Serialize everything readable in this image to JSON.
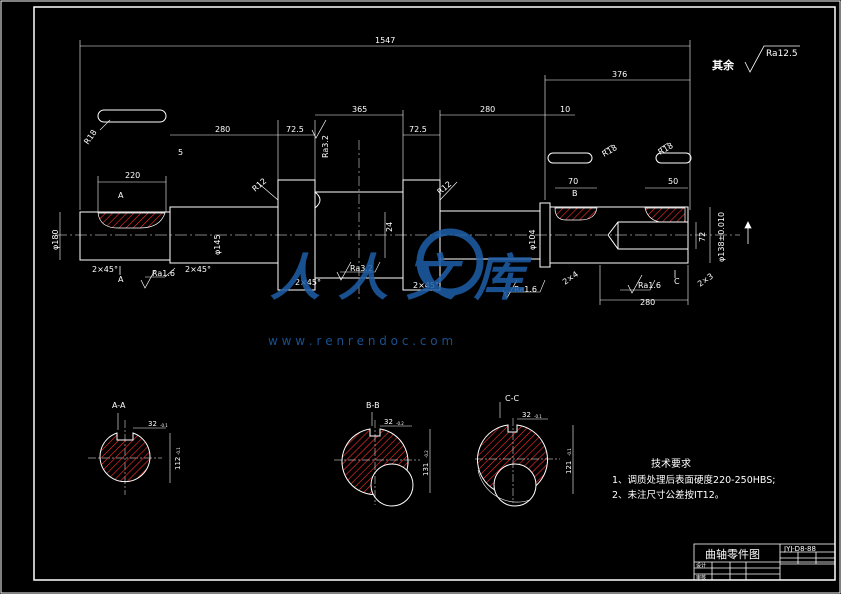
{
  "colors": {
    "background": "#000000",
    "frame": "#ffffff",
    "line": "#ffffff",
    "dimension": "#ffffff",
    "hatch": "#ff0000",
    "watermark": "#1e5ea8"
  },
  "dimensions": {
    "total_length": "1547",
    "right_length": "376",
    "seg_280_left": "280",
    "seg_72_5_left": "72.5",
    "seg_365": "365",
    "seg_72_5_right": "72.5",
    "seg_280_right": "280",
    "seg_10": "10",
    "seg_5": "5",
    "seg_220": "220",
    "seg_70": "70",
    "seg_50": "50",
    "seg_280_bottom": "280",
    "dia_180": "φ180",
    "dia_145": "φ145",
    "dia_104": "φ104",
    "dia_138": "φ138±0.010",
    "dia_72": "72",
    "val_24": "24",
    "r18_left": "R18",
    "r18_right": "R18",
    "r18_far": "R18",
    "r12_left": "R12",
    "r12_right": "R12",
    "chamfer_1": "2×45°",
    "chamfer_2": "2×45°",
    "chamfer_3": "2×45°",
    "chamfer_4": "2×45°",
    "chamfer_5": "2×4",
    "chamfer_6": "2×3",
    "rough_1": "Ra1.6",
    "rough_2": "Ra3.2",
    "rough_3": "Ra1.6",
    "rough_4": "Ra1.6",
    "rough_5": "Ra3.2",
    "rough_other": "Ra12.5",
    "other_label": "其余",
    "letter_a": "A",
    "letter_a2": "A",
    "letter_b": "B",
    "letter_c": "C"
  },
  "sections": [
    {
      "title": "A-A",
      "dim": "32",
      "dim_unit": "-0.1",
      "height": "112",
      "height_unit": "-0.1"
    },
    {
      "title": "B-B",
      "dim": "32",
      "dim_unit": "-0.2",
      "height": "131",
      "height_unit": "-0.2"
    },
    {
      "title": "C-C",
      "dim": "32",
      "dim_unit": "-0.1",
      "height": "121",
      "height_unit": "-0.1"
    }
  ],
  "requirements": {
    "title": "技术要求",
    "line1": "1、调质处理后表面硬度220-250HBS;",
    "line2": "2、未注尺寸公差按IT12。"
  },
  "title_block": {
    "name": "曲轴零件图",
    "code": "JYJ-D8-88",
    "row_a": "设计",
    "row_b": "审核"
  },
  "watermark": {
    "logo_text": "人人文库",
    "url": "w w w . r e n r e n d o c . c o m"
  }
}
